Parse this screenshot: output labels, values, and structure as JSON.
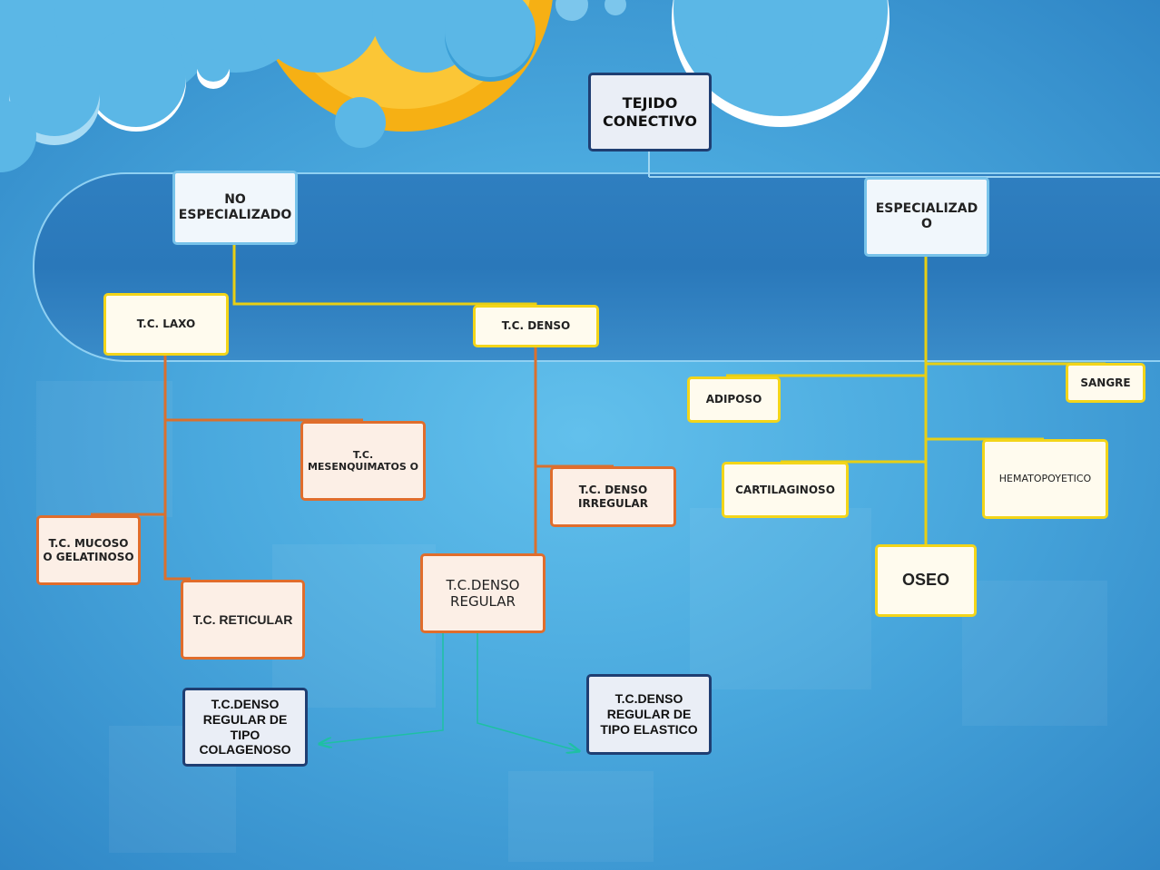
{
  "colors": {
    "yellow_connector": "#e8cf14",
    "orange_connector": "#d9702e",
    "teal_arrow": "#1ec0a3",
    "sun": "#f6b014",
    "cloud": "#5bb7e6"
  },
  "diagram": {
    "root": "TEJIDO CONECTIVO",
    "no_especializado": "NO ESPECIALIZADO",
    "especializado": "ESPECIALIZAD O",
    "laxo": "T.C. LAXO",
    "denso": "T.C. DENSO",
    "mesenquimatoso": "T.C. MESENQUIMATOS O",
    "mucoso": "T.C. MUCOSO O GELATINOSO",
    "reticular": "T.C. RETICULAR",
    "denso_irregular": "T.C. DENSO IRREGULAR",
    "denso_regular": "T.C.DENSO REGULAR",
    "colagenoso": "T.C.DENSO REGULAR DE TIPO COLAGENOSO",
    "elastico": "T.C.DENSO REGULAR DE TIPO ELASTICO",
    "adiposo": "ADIPOSO",
    "sangre": "SANGRE",
    "cartilaginoso": "CARTILAGINOSO",
    "hematopoyetico": "HEMATOPOYETICO",
    "oseo": "OSEO"
  }
}
